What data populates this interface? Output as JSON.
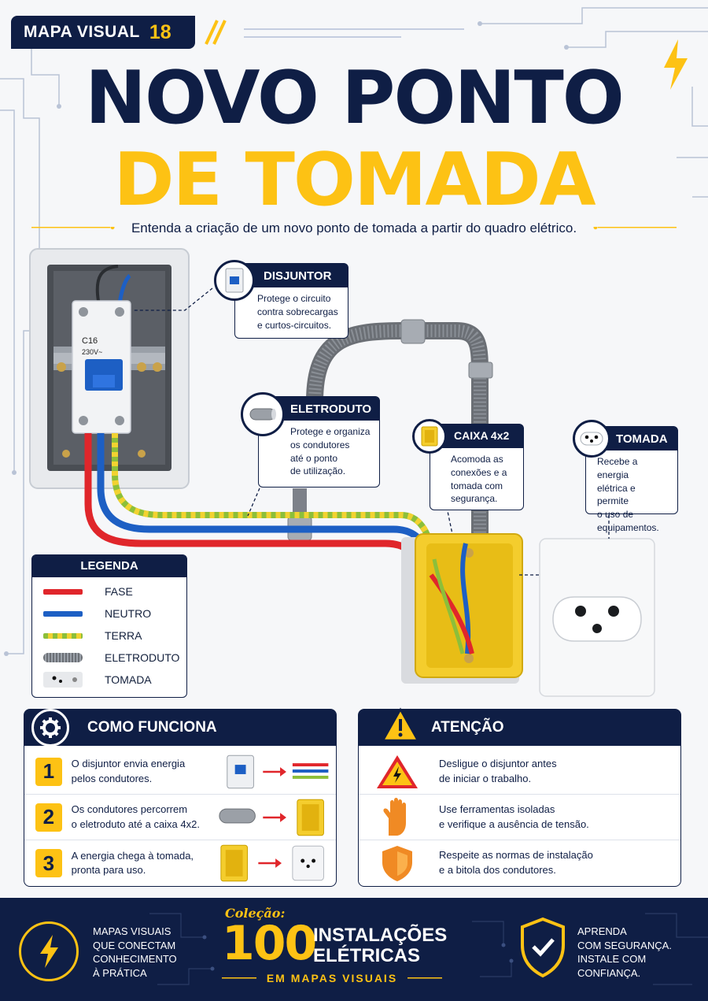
{
  "badge": {
    "label": "MAPA VISUAL",
    "number": "18"
  },
  "title": {
    "line1": "NOVO PONTO",
    "line2": "DE TOMADA"
  },
  "subtitle": "Entenda a criação de um novo ponto de tomada a partir do quadro elétrico.",
  "breaker_text": {
    "rating": "C16",
    "voltage": "230V~"
  },
  "callouts": {
    "disjuntor": {
      "title": "DISJUNTOR",
      "lines": [
        "Protege o circuito",
        "contra sobrecargas",
        "e curtos-circuitos."
      ]
    },
    "eletroduto": {
      "title": "ELETRODUTO",
      "lines": [
        "Protege e organiza",
        "os condutores",
        "até o ponto",
        "de utilização."
      ]
    },
    "caixa": {
      "title": "CAIXA 4x2",
      "lines": [
        "Acomoda as",
        "conexões e a",
        "tomada com",
        "segurança."
      ]
    },
    "tomada": {
      "title": "TOMADA",
      "lines": [
        "Recebe a energia",
        "elétrica e permite",
        "o uso de",
        "equipamentos."
      ]
    }
  },
  "legend": {
    "title": "LEGENDA",
    "items": [
      {
        "label": "FASE",
        "color": "#e0262b"
      },
      {
        "label": "NEUTRO",
        "color": "#1d5fc4"
      },
      {
        "label": "TERRA",
        "color": "#8cbf3a"
      },
      {
        "label": "ELETRODUTO",
        "color": "#6b6f75"
      },
      {
        "label": "TOMADA",
        "color": "#e7e9ec"
      }
    ]
  },
  "como_funciona": {
    "title": "COMO FUNCIONA",
    "steps": [
      {
        "num": "1",
        "lines": [
          "O disjuntor envia energia",
          "pelos condutores."
        ]
      },
      {
        "num": "2",
        "lines": [
          "Os condutores percorrem",
          "o eletroduto até a caixa 4x2."
        ]
      },
      {
        "num": "3",
        "lines": [
          "A energia chega à tomada,",
          "pronta para uso."
        ]
      }
    ]
  },
  "atencao": {
    "title": "ATENÇÃO",
    "items": [
      {
        "lines": [
          "Desligue o disjuntor antes",
          "de iniciar o trabalho."
        ]
      },
      {
        "lines": [
          "Use ferramentas isoladas",
          "e verifique a ausência de tensão."
        ]
      },
      {
        "lines": [
          "Respeite as normas de instalação",
          "e a bitola dos condutores."
        ]
      }
    ]
  },
  "footer": {
    "left_lines": [
      "MAPAS VISUAIS",
      "QUE CONECTAM",
      "CONHECIMENTO",
      "À PRÁTICA"
    ],
    "colecao": "Coleção:",
    "number": "100",
    "line1": "INSTALAÇÕES",
    "line2": "ELÉTRICAS",
    "sub": "EM MAPAS VISUAIS",
    "right_lines": [
      "APRENDA",
      "COM SEGURANÇA.",
      "INSTALE COM",
      "CONFIANÇA."
    ]
  },
  "colors": {
    "navy": "#0f1e45",
    "yellow": "#fdc214",
    "fase": "#e0262b",
    "neutro": "#1d5fc4",
    "terra": "#8cbf3a"
  }
}
